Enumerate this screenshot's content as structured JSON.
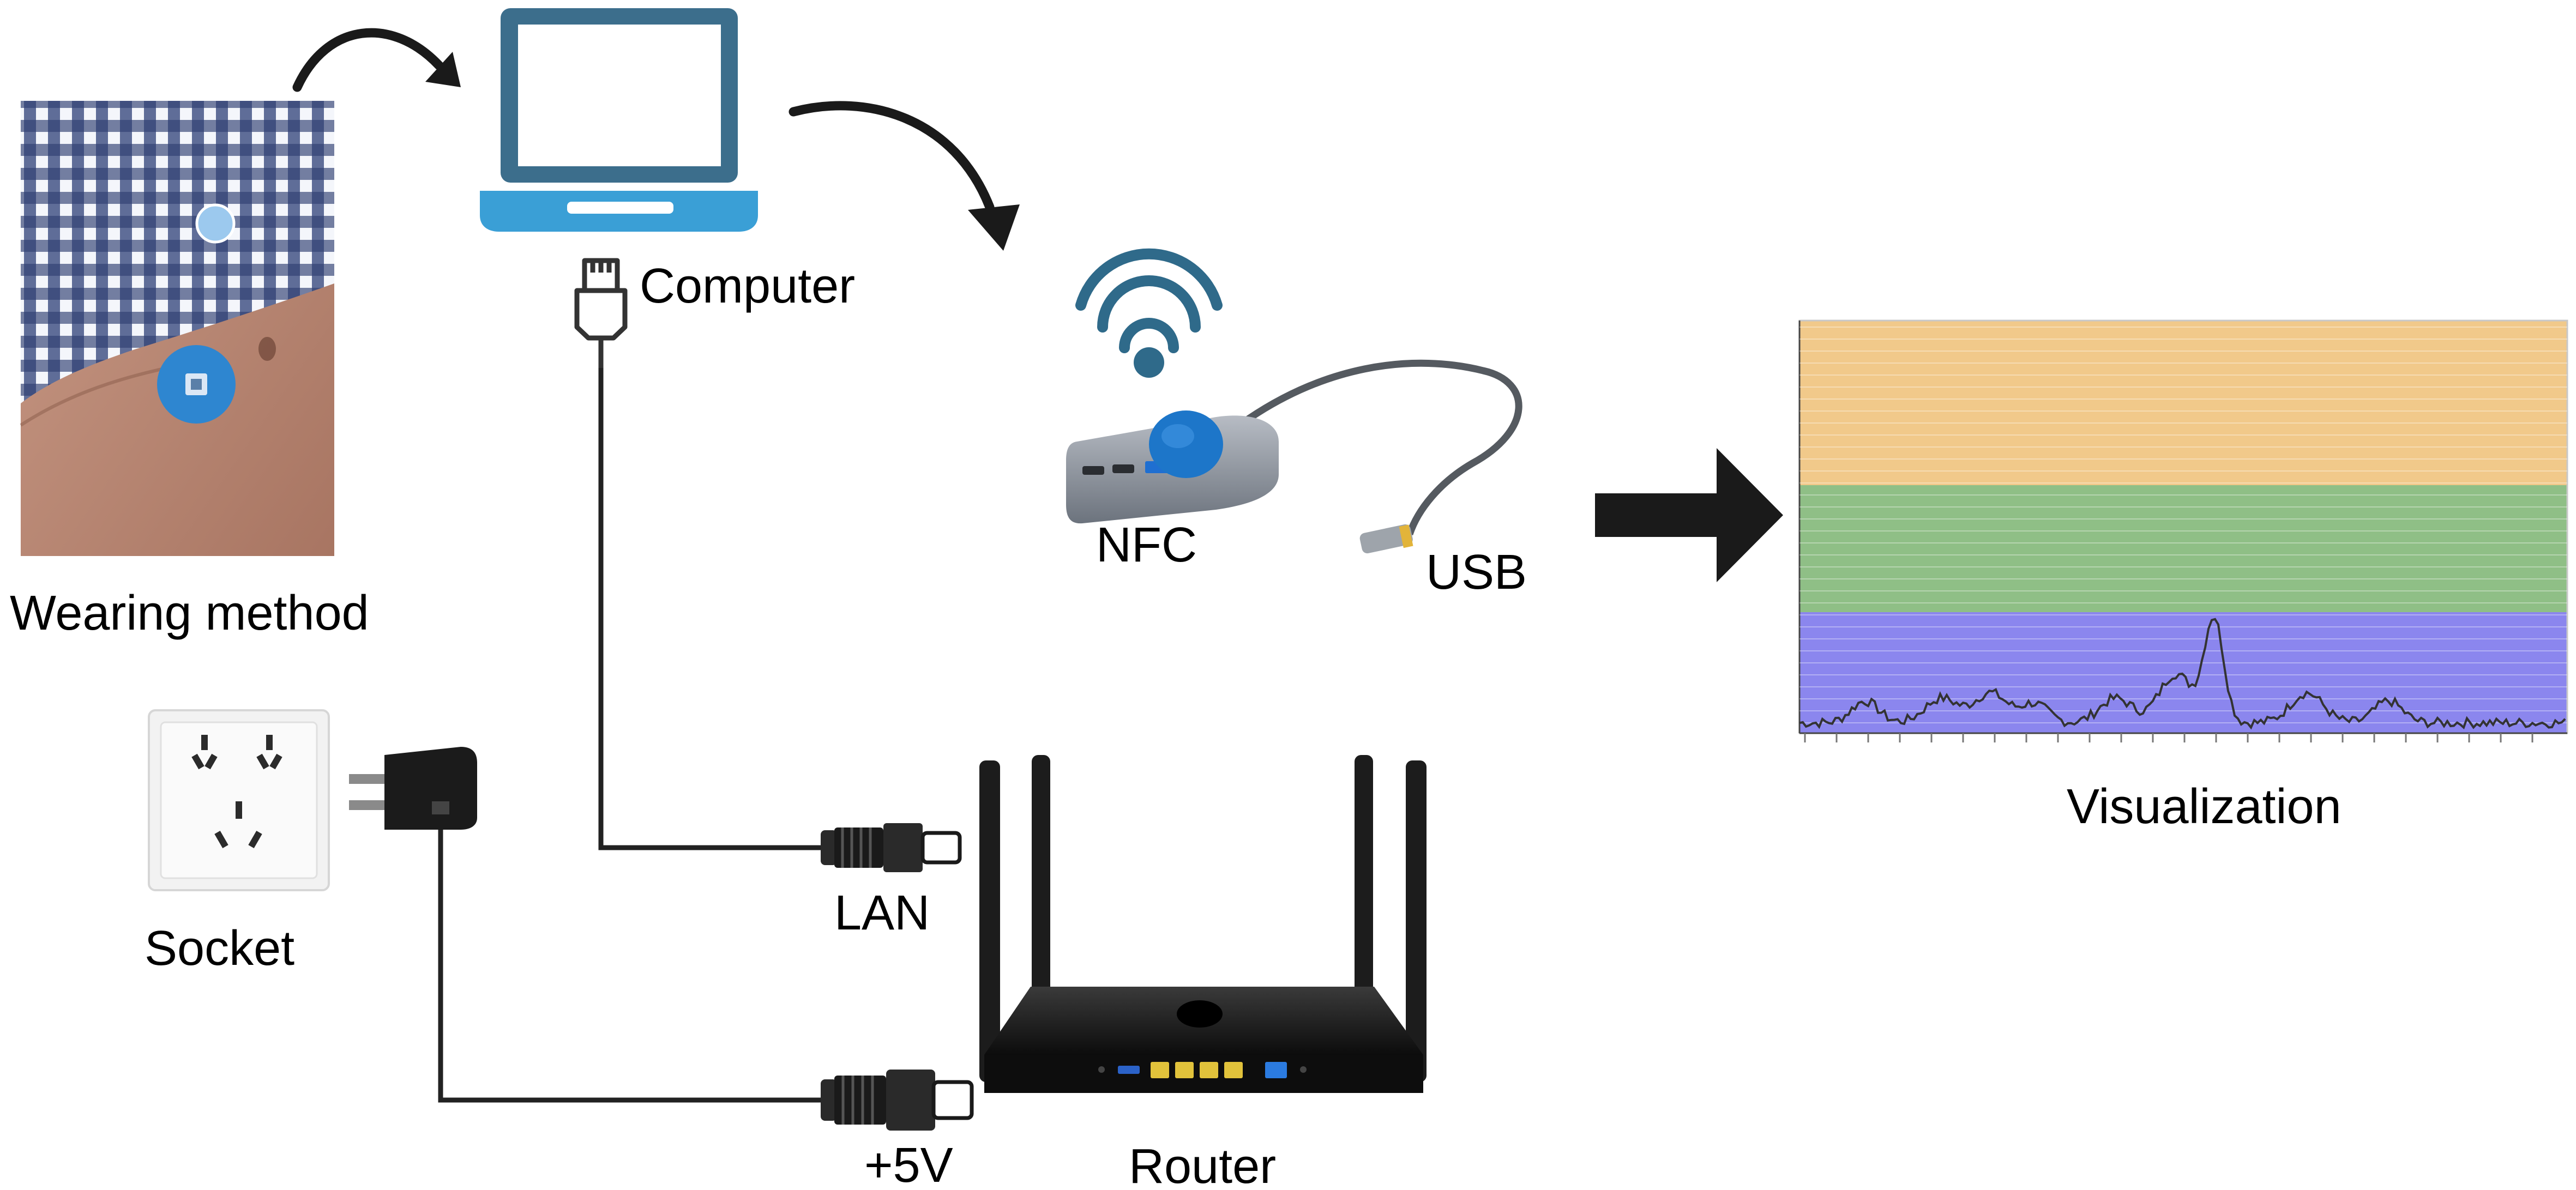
{
  "labels": {
    "wearing": "Wearing method",
    "computer": "Computer",
    "nfc": "NFC",
    "usb": "USB",
    "visualization": "Visualization",
    "socket": "Socket",
    "lan": "LAN",
    "power": "+5V",
    "router": "Router"
  },
  "colors": {
    "laptop": "#3c6e8c",
    "laptop_screen": "#ffffff",
    "laptop_base": "#3a9fd6",
    "sensor": "#2e86d0",
    "wifi": "#2f6a8a",
    "band_top": "#f1c98a",
    "band_mid": "#8fbf86",
    "band_bottom": "#8b86ee",
    "signal_line": "#333333",
    "arrow": "#1a1a1a",
    "cable": "#222222"
  },
  "icons": [
    "wifi-icon",
    "ethernet-plug-icon",
    "laptop-icon",
    "nfc-reader-icon",
    "router-icon",
    "power-adapter-icon",
    "wall-socket-icon",
    "flow-arrow-icon"
  ]
}
